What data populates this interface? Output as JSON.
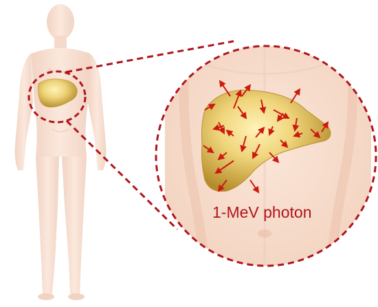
{
  "label": {
    "text": "1-MeV photon"
  },
  "colors": {
    "skin": "#f6d9c8",
    "skin_shadow": "#e7bfa9",
    "liver": "#e4c25c",
    "liver_highlight": "#fbe9a0",
    "liver_shadow": "#b7902a",
    "dashed_outline": "#b0141c",
    "arrow": "#cc1a10",
    "label": "#b0141c"
  },
  "icons": {
    "body": "human-body-figure",
    "organ": "liver-organ",
    "magnifier": "zoom-circle",
    "arrows": "photon-arrow"
  }
}
